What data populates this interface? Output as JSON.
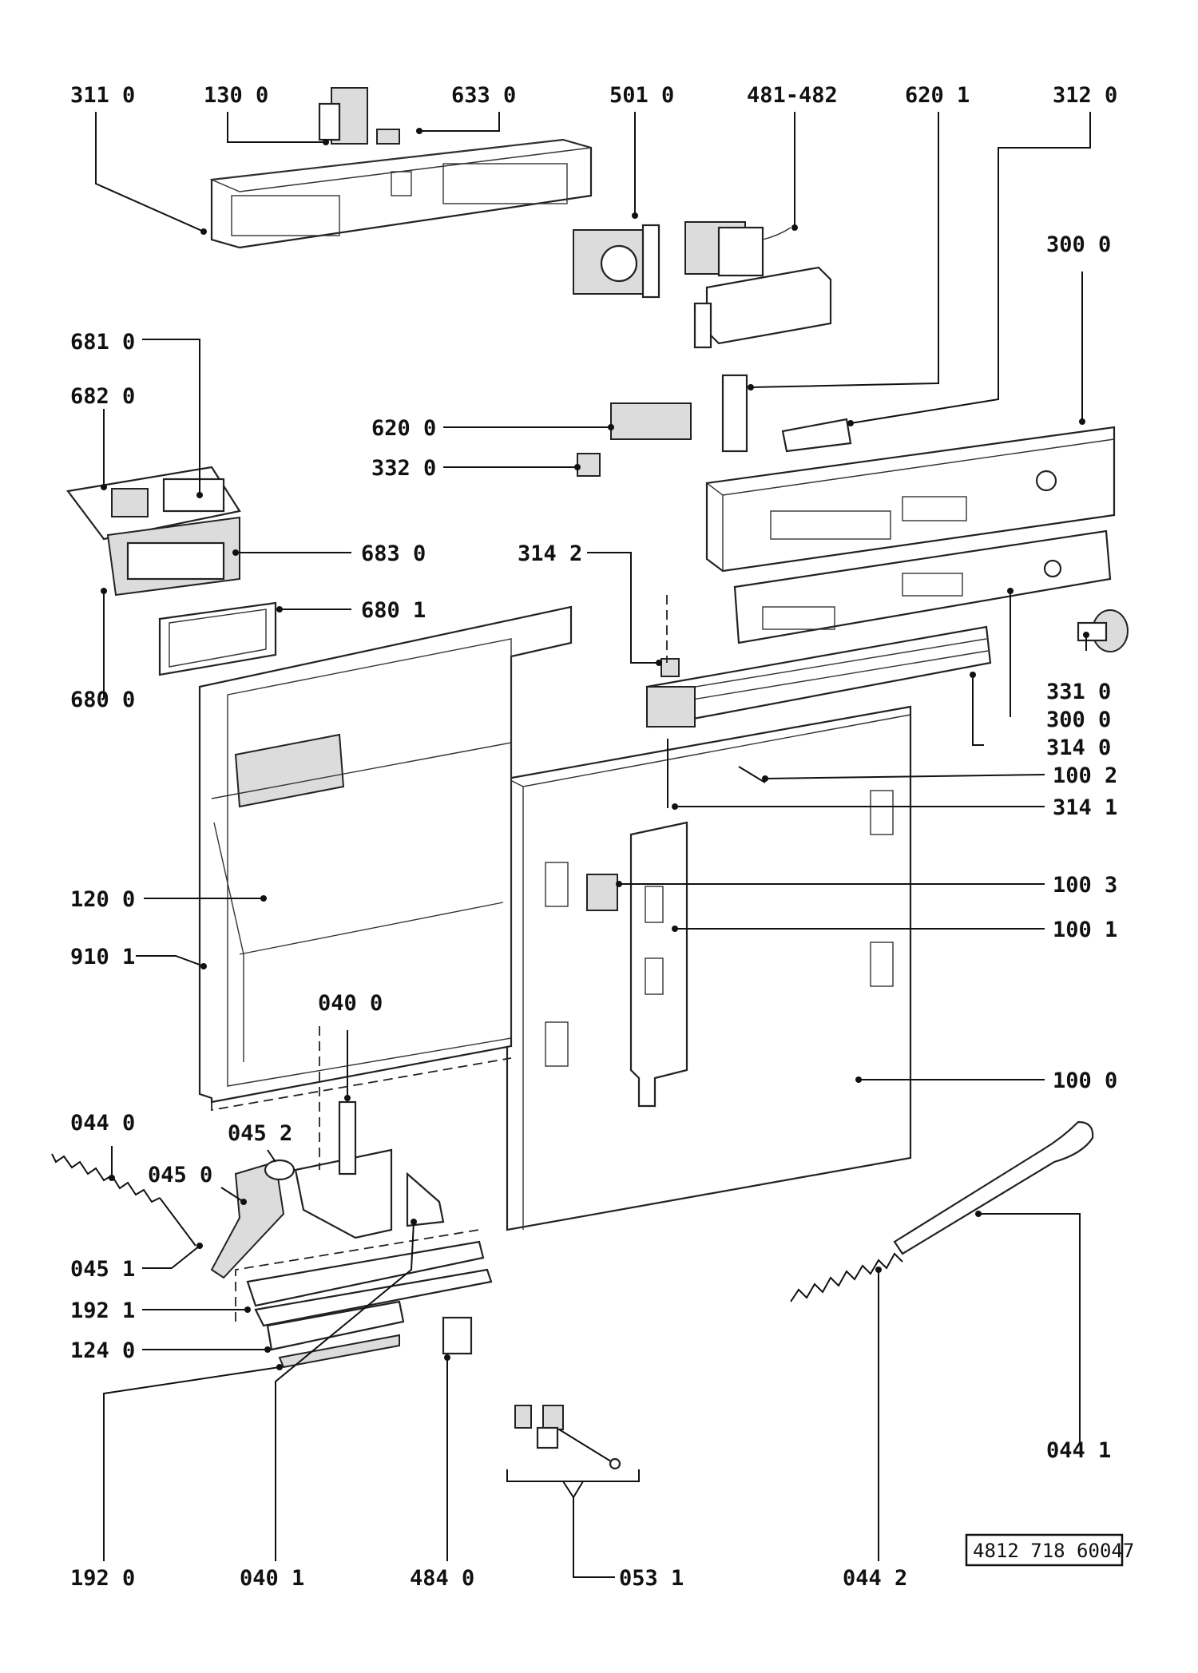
{
  "labels": {
    "l311_0": "311 0",
    "l130_0": "130 0",
    "l633_0": "633 0",
    "l501_0": "501 0",
    "l481_482": "481-482",
    "l620_1": "620 1",
    "l312_0": "312 0",
    "l300_0_top": "300 0",
    "l681_0": "681 0",
    "l682_0": "682 0",
    "l620_0": "620 0",
    "l332_0": "332 0",
    "l683_0": "683 0",
    "l314_2": "314 2",
    "l680_1": "680 1",
    "l680_0": "680 0",
    "l331_0": "331 0",
    "l300_0_mid": "300 0",
    "l314_0": "314 0",
    "l100_2": "100 2",
    "l314_1": "314 1",
    "l100_3": "100 3",
    "l120_0": "120 0",
    "l100_1": "100 1",
    "l910_1": "910 1",
    "l040_0": "040 0",
    "l100_0": "100 0",
    "l044_0": "044 0",
    "l045_2": "045 2",
    "l045_0": "045 0",
    "l045_1": "045 1",
    "l192_1": "192 1",
    "l124_0": "124 0",
    "l044_1": "044 1",
    "l192_0": "192 0",
    "l040_1": "040 1",
    "l484_0": "484 0",
    "l053_1": "053 1",
    "l044_2": "044 2"
  },
  "document_number": "4812 718 60047"
}
